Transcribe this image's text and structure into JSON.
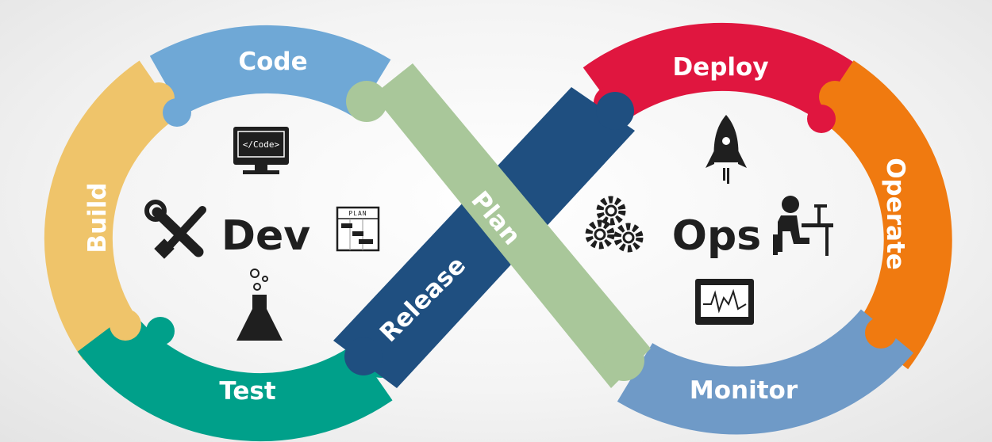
{
  "diagram": {
    "left_hub": "Dev",
    "right_hub": "Ops",
    "stages": {
      "code": "Code",
      "build": "Build",
      "test": "Test",
      "release": "Release",
      "plan": "Plan",
      "deploy": "Deploy",
      "operate": "Operate",
      "monitor": "Monitor"
    },
    "icons": {
      "monitor_screen_text": "</Code>",
      "plan_board_text": "PLAN"
    },
    "colors": {
      "code": "#6fa8d6",
      "build": "#efc46a",
      "test": "#00a08a",
      "release": "#1f4f80",
      "plan": "#a9c79a",
      "deploy": "#e0163f",
      "operate": "#f07a10",
      "monitor": "#6f9ac7",
      "hub_text": "#1f1f1f"
    }
  },
  "footer": {
    "partial_text": "... ... ... ..."
  }
}
